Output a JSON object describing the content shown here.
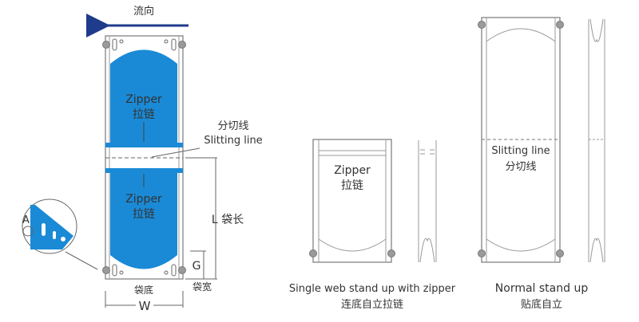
{
  "colors": {
    "blue": "#1a8ad6",
    "arrow": "#1f3b8c",
    "outline": "#777777",
    "dot": "#9a9a9a"
  },
  "left": {
    "flow": "流向",
    "zipper_top_en": "Zipper",
    "zipper_top_cn": "拉链",
    "zipper_bottom_en": "Zipper",
    "zipper_bottom_cn": "拉链",
    "slit_cn": "分切线",
    "slit_en": "Slitting line",
    "length": "L 袋长",
    "gusset": "G",
    "gusset_cn": "袋宽",
    "bottom_cn": "袋底",
    "width": "W",
    "detail_label": "A"
  },
  "middle": {
    "zipper_en": "Zipper",
    "zipper_cn": "拉链",
    "caption_en": "Single web stand up with zipper",
    "caption_cn": "连底自立拉链"
  },
  "right": {
    "slit_en": "Slitting line",
    "slit_cn": "分切线",
    "caption_en": "Normal stand up",
    "caption_cn": "贴底自立"
  }
}
